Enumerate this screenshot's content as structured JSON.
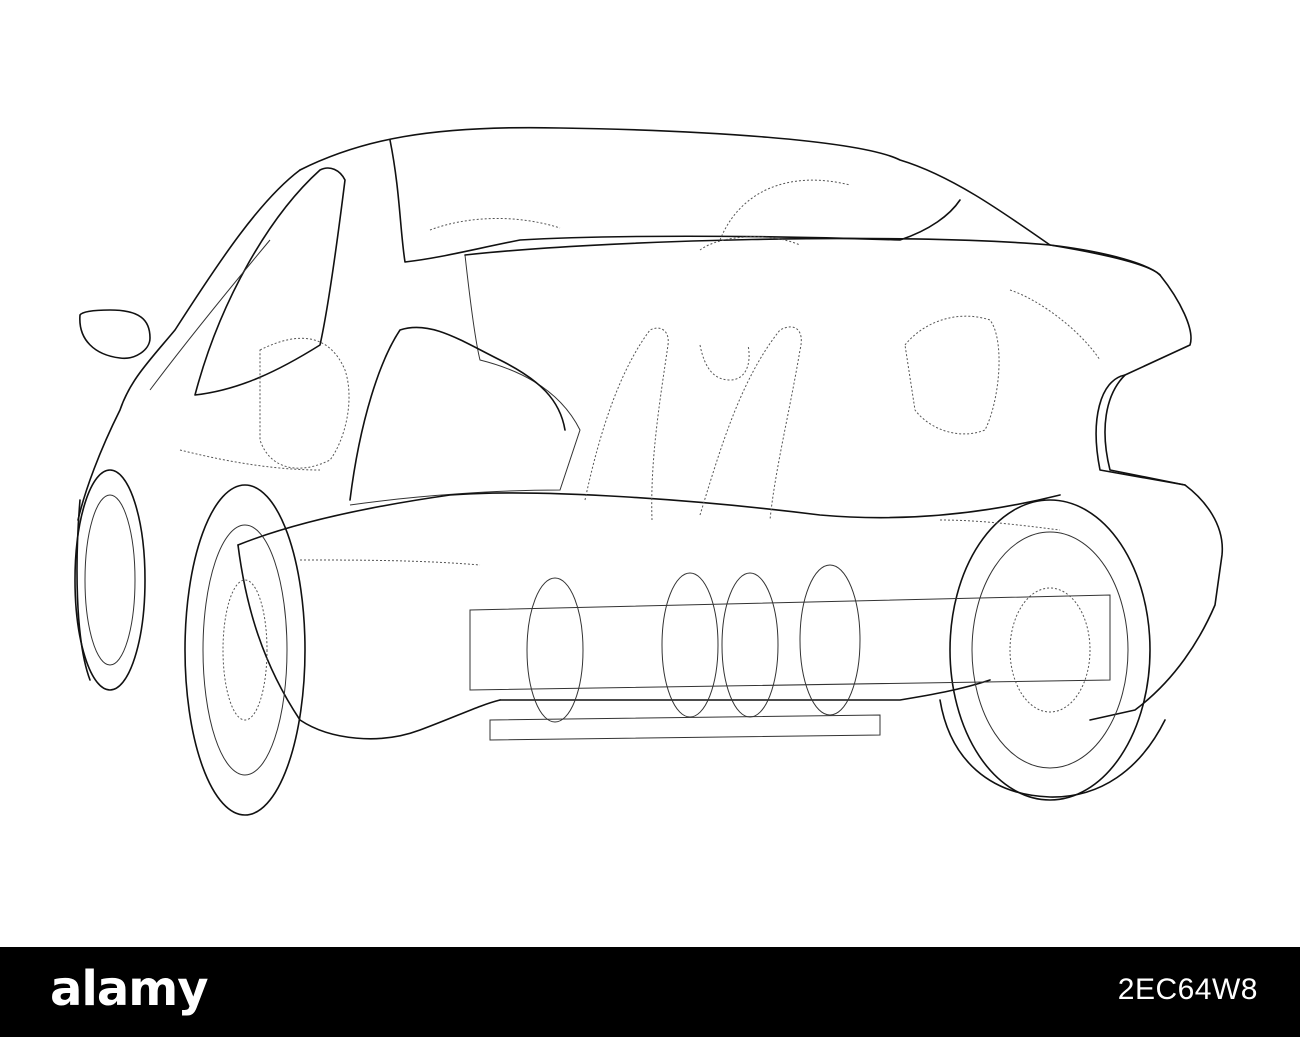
{
  "footer": {
    "brand": "alamy",
    "stock_id": "2EC64W8"
  },
  "image": {
    "icon": "car-wireframe-illustration"
  }
}
